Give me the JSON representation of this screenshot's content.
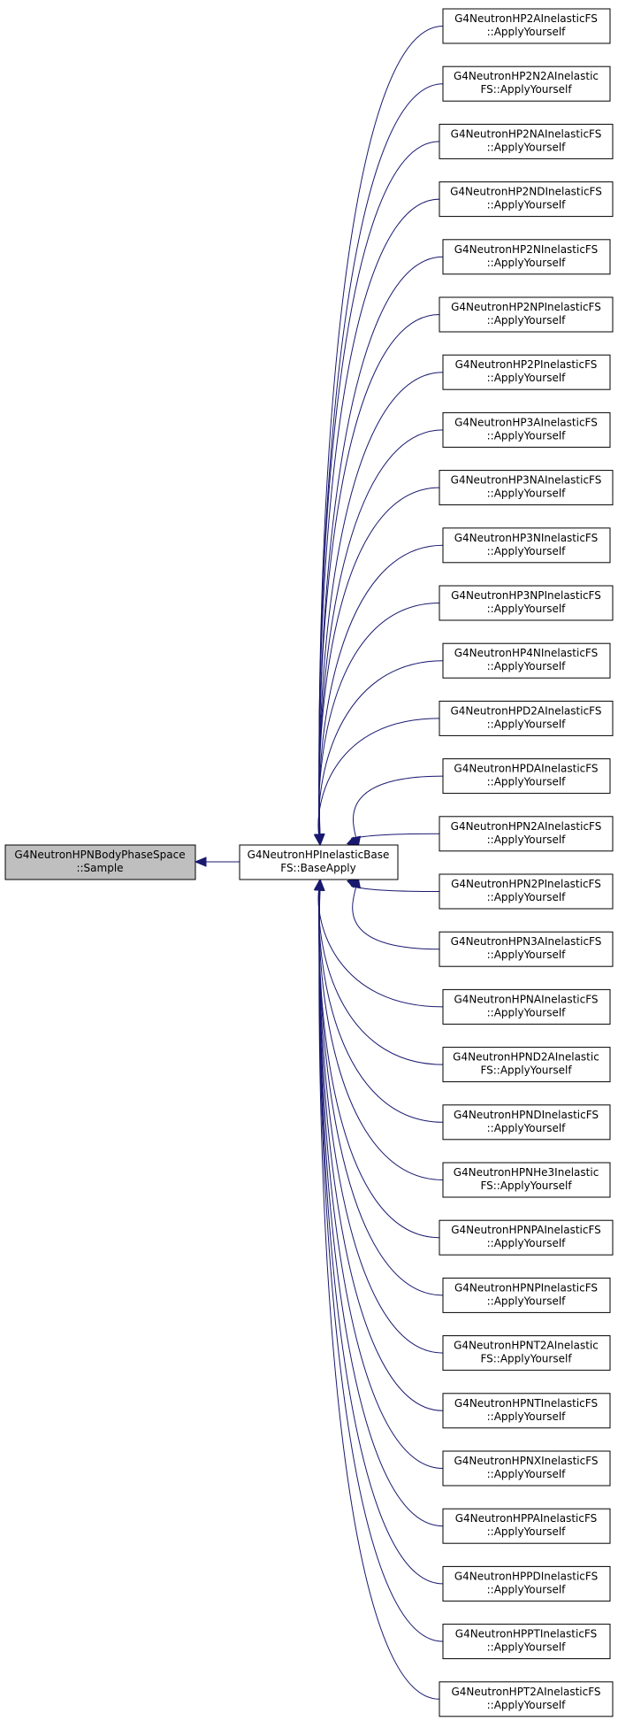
{
  "root": {
    "line1": "G4NeutronHPNBodyPhaseSpace",
    "line2": "::Sample"
  },
  "middle": {
    "line1": "G4NeutronHPInelasticBase",
    "line2": "FS::BaseApply"
  },
  "callers": [
    {
      "line1": "G4NeutronHP2AInelasticFS",
      "line2": "::ApplyYourself"
    },
    {
      "line1": "G4NeutronHP2N2AInelastic",
      "line2": "FS::ApplyYourself"
    },
    {
      "line1": "G4NeutronHP2NAInelasticFS",
      "line2": "::ApplyYourself"
    },
    {
      "line1": "G4NeutronHP2NDInelasticFS",
      "line2": "::ApplyYourself"
    },
    {
      "line1": "G4NeutronHP2NInelasticFS",
      "line2": "::ApplyYourself"
    },
    {
      "line1": "G4NeutronHP2NPInelasticFS",
      "line2": "::ApplyYourself"
    },
    {
      "line1": "G4NeutronHP2PInelasticFS",
      "line2": "::ApplyYourself"
    },
    {
      "line1": "G4NeutronHP3AInelasticFS",
      "line2": "::ApplyYourself"
    },
    {
      "line1": "G4NeutronHP3NAInelasticFS",
      "line2": "::ApplyYourself"
    },
    {
      "line1": "G4NeutronHP3NInelasticFS",
      "line2": "::ApplyYourself"
    },
    {
      "line1": "G4NeutronHP3NPInelasticFS",
      "line2": "::ApplyYourself"
    },
    {
      "line1": "G4NeutronHP4NInelasticFS",
      "line2": "::ApplyYourself"
    },
    {
      "line1": "G4NeutronHPD2AInelasticFS",
      "line2": "::ApplyYourself"
    },
    {
      "line1": "G4NeutronHPDAInelasticFS",
      "line2": "::ApplyYourself"
    },
    {
      "line1": "G4NeutronHPN2AInelasticFS",
      "line2": "::ApplyYourself"
    },
    {
      "line1": "G4NeutronHPN2PInelasticFS",
      "line2": "::ApplyYourself"
    },
    {
      "line1": "G4NeutronHPN3AInelasticFS",
      "line2": "::ApplyYourself"
    },
    {
      "line1": "G4NeutronHPNAInelasticFS",
      "line2": "::ApplyYourself"
    },
    {
      "line1": "G4NeutronHPND2AInelastic",
      "line2": "FS::ApplyYourself"
    },
    {
      "line1": "G4NeutronHPNDInelasticFS",
      "line2": "::ApplyYourself"
    },
    {
      "line1": "G4NeutronHPNHe3Inelastic",
      "line2": "FS::ApplyYourself"
    },
    {
      "line1": "G4NeutronHPNPAInelasticFS",
      "line2": "::ApplyYourself"
    },
    {
      "line1": "G4NeutronHPNPInelasticFS",
      "line2": "::ApplyYourself"
    },
    {
      "line1": "G4NeutronHPNT2AInelastic",
      "line2": "FS::ApplyYourself"
    },
    {
      "line1": "G4NeutronHPNTInelasticFS",
      "line2": "::ApplyYourself"
    },
    {
      "line1": "G4NeutronHPNXInelasticFS",
      "line2": "::ApplyYourself"
    },
    {
      "line1": "G4NeutronHPPAInelasticFS",
      "line2": "::ApplyYourself"
    },
    {
      "line1": "G4NeutronHPPDInelasticFS",
      "line2": "::ApplyYourself"
    },
    {
      "line1": "G4NeutronHPPTInelasticFS",
      "line2": "::ApplyYourself"
    },
    {
      "line1": "G4NeutronHPT2AInelasticFS",
      "line2": "::ApplyYourself"
    }
  ],
  "colors": {
    "edge": "#191970",
    "root_fill": "#bfbfbf",
    "node_fill": "#ffffff",
    "node_stroke": "#000000"
  }
}
